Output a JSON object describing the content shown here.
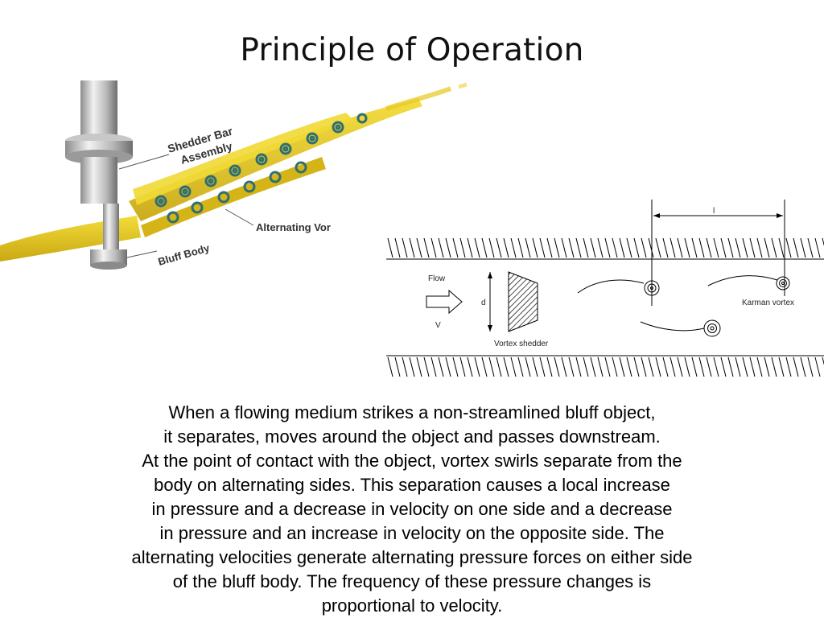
{
  "title": "Principle of Operation",
  "illustration": {
    "labels": {
      "shedder_bar": [
        "Shedder Bar",
        "Assembly"
      ],
      "alternating_vortex": "Alternating Vor",
      "bluff_body": "Bluff Body"
    },
    "colors": {
      "vortex_yellow": "#e8c81c",
      "vortex_dark": "#8a7a1a",
      "metal": "#b0b0b0",
      "vortex_teal": "#2f6f72"
    }
  },
  "diagram": {
    "labels": {
      "flow": "Flow",
      "velocity": "V",
      "diameter": "d",
      "vortex_shedder": "Vortex shedder",
      "karman_vortex": "Karman vortex",
      "spacing": "l"
    }
  },
  "body_lines": [
    "When a flowing medium strikes a non-streamlined bluff object,",
    "it separates, moves around the object and passes downstream.",
    "At the point of contact with the object, vortex swirls separate from the",
    "body on alternating sides.  This separation causes a local increase",
    "in pressure and a decrease in velocity on one side and a decrease",
    "in pressure and an increase in velocity on the opposite side.  The",
    "alternating velocities generate alternating pressure forces on either side",
    "of the bluff body.  The frequency of these pressure changes is",
    "proportional to velocity."
  ]
}
